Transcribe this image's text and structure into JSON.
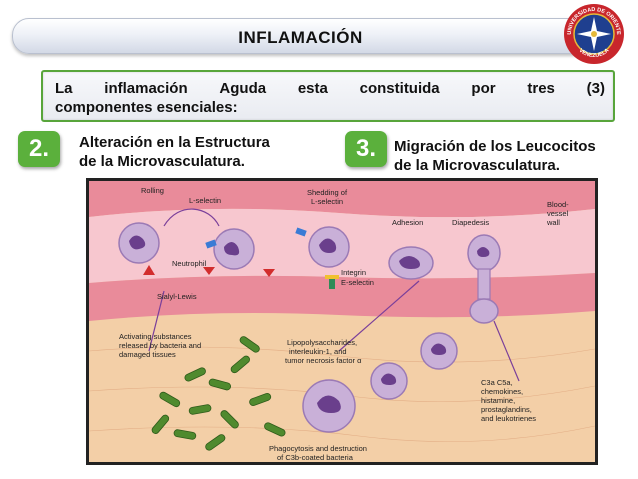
{
  "header": {
    "title": "INFLAMACIÓN"
  },
  "intro": {
    "line1_words": [
      "La",
      "inflamación",
      "Aguda",
      "esta",
      "constituida",
      "por",
      "tres",
      "(3)"
    ],
    "line2": "componentes esenciales:"
  },
  "points": [
    {
      "number": "2.",
      "line1": "Alteración en la Estructura",
      "line2": "de la Microvasculatura."
    },
    {
      "number": "3.",
      "line1": "Migración de los Leucocitos",
      "line2": "de la Microvasculatura."
    }
  ],
  "seal": {
    "top_text": "UNIVERSIDAD DE ORIENTE",
    "bottom_text": "VENEZUELA",
    "colors": {
      "outer": "#c8262c",
      "inner": "#1f3f8f",
      "gold": "#e5b93a"
    }
  },
  "figure": {
    "labels": {
      "rolling": "Rolling",
      "l_selectin": "L-selectin",
      "shedding_1": "Shedding of",
      "shedding_2": "L-selectin",
      "blood_1": "Blood-",
      "blood_2": "vessel",
      "blood_3": "wall",
      "neutrophil": "Neutrophil",
      "integrin": "Integrin",
      "e_selectin": "E-selectin",
      "adhesion": "Adhesion",
      "diapedesis": "Diapedesis",
      "sialyl": "Sialyl-Lewis",
      "activating_1": "Activating substances",
      "activating_2": "released by bacteria and",
      "activating_3": "damaged tissues",
      "lipo_1": "Lipopolysaccharides,",
      "lipo_2": "interleukin-1, and",
      "lipo_3": "tumor necrosis factor α",
      "c3a_1": "C3a  C5a,",
      "c3a_2": "chemokines,",
      "c3a_3": "histamine,",
      "c3a_4": "prostaglandins,",
      "c3a_5": "and leukotrienes",
      "phago_1": "Phagocytosis and destruction",
      "phago_2": "of C3b-coated bacteria"
    },
    "colors": {
      "vessel": "#e98b9a",
      "tissue": "#f3cfa7",
      "cell": "#c9b0d8",
      "nucleus": "#6a3f8c",
      "bacteria": "#4f8a2e"
    }
  }
}
